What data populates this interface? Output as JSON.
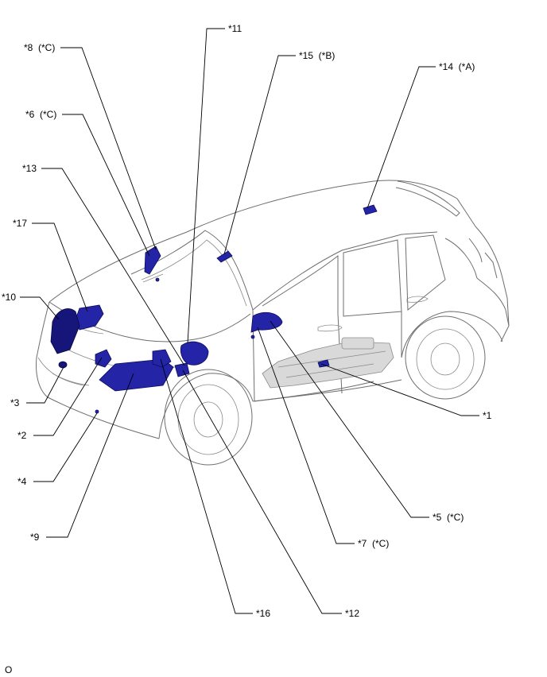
{
  "figure": {
    "callouts": [
      {
        "id": "c11",
        "label": "*11"
      },
      {
        "id": "c8",
        "label": "*8  (*C)"
      },
      {
        "id": "c15",
        "label": "*15  (*B)"
      },
      {
        "id": "c14",
        "label": "*14  (*A)"
      },
      {
        "id": "c6",
        "label": "*6  (*C)"
      },
      {
        "id": "c13",
        "label": "*13"
      },
      {
        "id": "c17",
        "label": "*17"
      },
      {
        "id": "c10",
        "label": "*10"
      },
      {
        "id": "c3",
        "label": "*3"
      },
      {
        "id": "c2",
        "label": "*2"
      },
      {
        "id": "c4",
        "label": "*4"
      },
      {
        "id": "c9",
        "label": "*9"
      },
      {
        "id": "c1",
        "label": "*1"
      },
      {
        "id": "c5",
        "label": "*5  (*C)"
      },
      {
        "id": "c7",
        "label": "*7  (*C)"
      },
      {
        "id": "c16",
        "label": "*16"
      },
      {
        "id": "c12",
        "label": "*12"
      }
    ],
    "footer_code": "O"
  },
  "colors": {
    "part_fill": "#2424a6",
    "part_dark": "#15157a",
    "vehicle_line": "#6e6e6e",
    "fuel_tank": "#d9d9d9",
    "leader_line": "#000000"
  }
}
